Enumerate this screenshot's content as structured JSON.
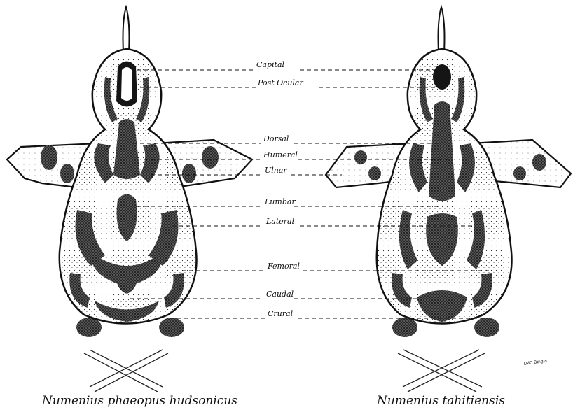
{
  "labels": [
    {
      "id": "capital",
      "text": "Capital"
    },
    {
      "id": "post-ocular",
      "text": "Post Ocular"
    },
    {
      "id": "dorsal",
      "text": "Dorsal"
    },
    {
      "id": "humeral",
      "text": "Humeral"
    },
    {
      "id": "ulnar",
      "text": "Ulnar"
    },
    {
      "id": "lumbar",
      "text": "Lumbar"
    },
    {
      "id": "lateral",
      "text": "Lateral"
    },
    {
      "id": "femoral",
      "text": "Femoral"
    },
    {
      "id": "caudal",
      "text": "Caudal"
    },
    {
      "id": "crural",
      "text": "Crural"
    }
  ],
  "captions": {
    "left": "Numenius phaeopus hudsonicus",
    "right": "Numenius tahitiensis"
  }
}
